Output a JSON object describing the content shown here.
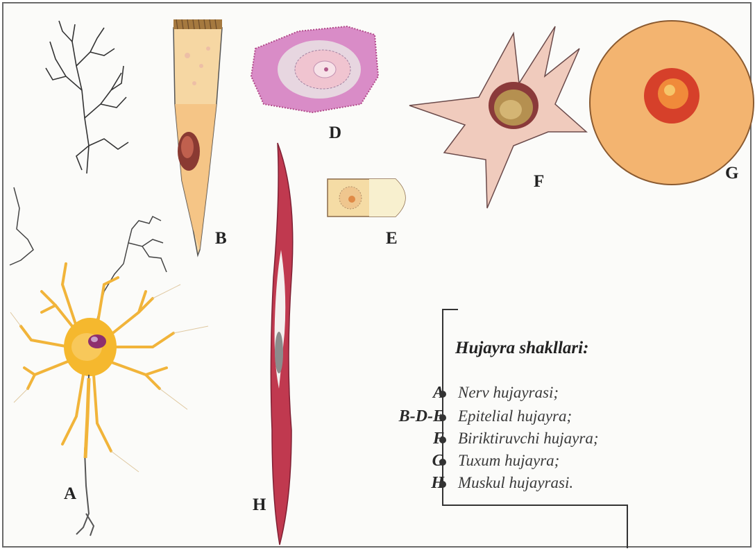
{
  "labels": {
    "A": "A",
    "B": "B",
    "D": "D",
    "E": "E",
    "F": "F",
    "G": "G",
    "H": "H"
  },
  "legend": {
    "title": "Hujayra shakllari:",
    "items": [
      {
        "key": "A",
        "text": "Nerv hujayrasi;"
      },
      {
        "key": "B-D-E",
        "text": "Epitelial hujayra;"
      },
      {
        "key": "F",
        "text": "Biriktiruvchi hujayra;"
      },
      {
        "key": "G",
        "text": "Tuxum hujayra;"
      },
      {
        "key": "H",
        "text": "Muskul hujayrasi."
      }
    ]
  },
  "colors": {
    "neuron": "#f5b82e",
    "nucleus_purple": "#8e2f6e",
    "columnar_cell": "#f6d7a3",
    "epithelial_pink": "#d98cc7",
    "connective_cell": "#f0cbbd",
    "egg_cell": "#f3b470",
    "egg_nucleus": "#d6402a",
    "muscle": "#c0394f"
  }
}
